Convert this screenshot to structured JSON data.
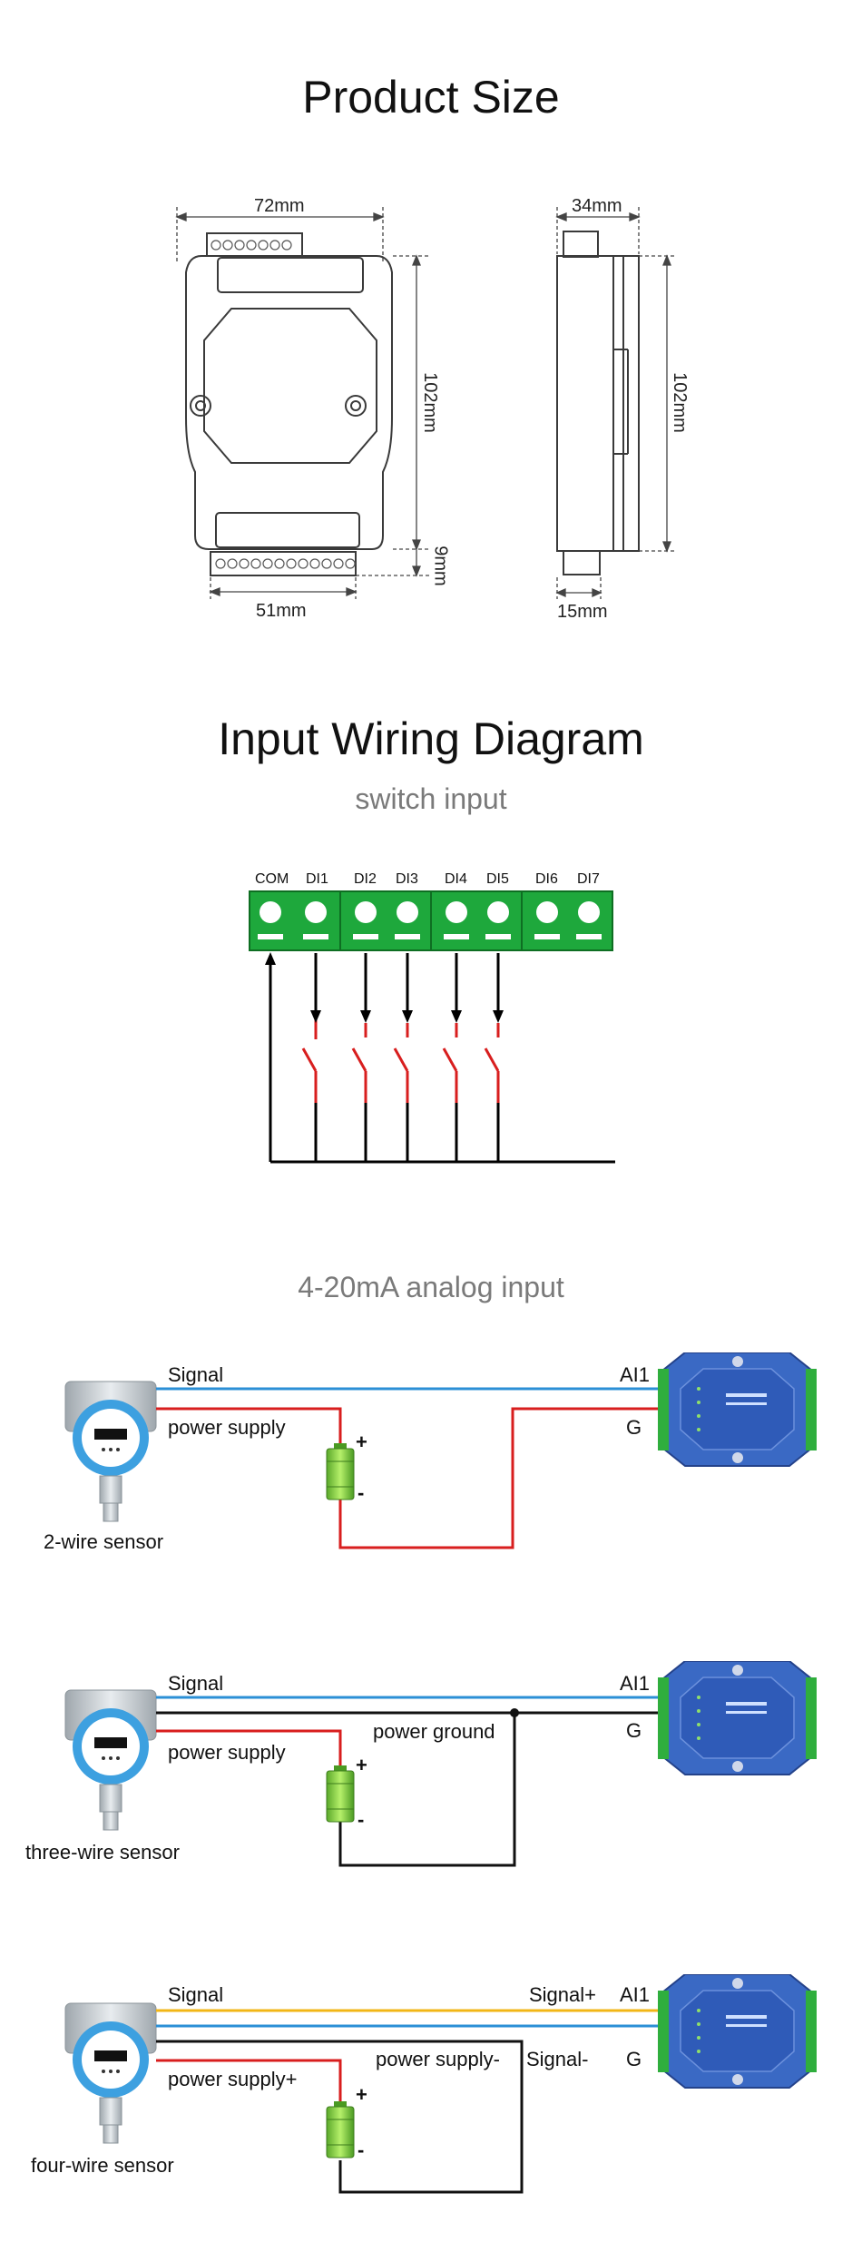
{
  "product_size": {
    "title": "Product Size",
    "front_width": "72mm",
    "front_height": "102mm",
    "terminal_width": "51mm",
    "terminal_height": "9mm",
    "side_depth": "34mm",
    "side_height": "102mm",
    "rail_width": "15mm"
  },
  "wiring": {
    "title": "Input Wiring Diagram",
    "switch": {
      "subtitle": "switch input",
      "terminals": [
        "COM",
        "DI1",
        "DI2",
        "DI3",
        "DI4",
        "DI5",
        "DI6",
        "DI7"
      ]
    },
    "analog": {
      "subtitle": "4-20mA analog input",
      "two_wire": {
        "signal": "Signal",
        "power": "power supply",
        "ai": "AI1",
        "g": "G",
        "plus": "+",
        "minus": "-",
        "sensor": "2-wire sensor"
      },
      "three_wire": {
        "signal": "Signal",
        "power": "power supply",
        "ground": "power ground",
        "ai": "AI1",
        "g": "G",
        "plus": "+",
        "minus": "-",
        "sensor": "three-wire sensor"
      },
      "four_wire": {
        "signal": "Signal",
        "power": "power supply+",
        "power_minus": "power supply-",
        "signal_plus": "Signal+",
        "signal_minus": "Signal-",
        "ai": "AI1",
        "g": "G",
        "plus": "+",
        "minus": "-",
        "sensor": "four-wire sensor"
      }
    }
  },
  "colors": {
    "terminal_green": "#1ea83c",
    "wire_red": "#d81e1e",
    "wire_blue": "#2b8fd6",
    "wire_yellow": "#f2b616",
    "module_blue": "#3a69c4"
  }
}
